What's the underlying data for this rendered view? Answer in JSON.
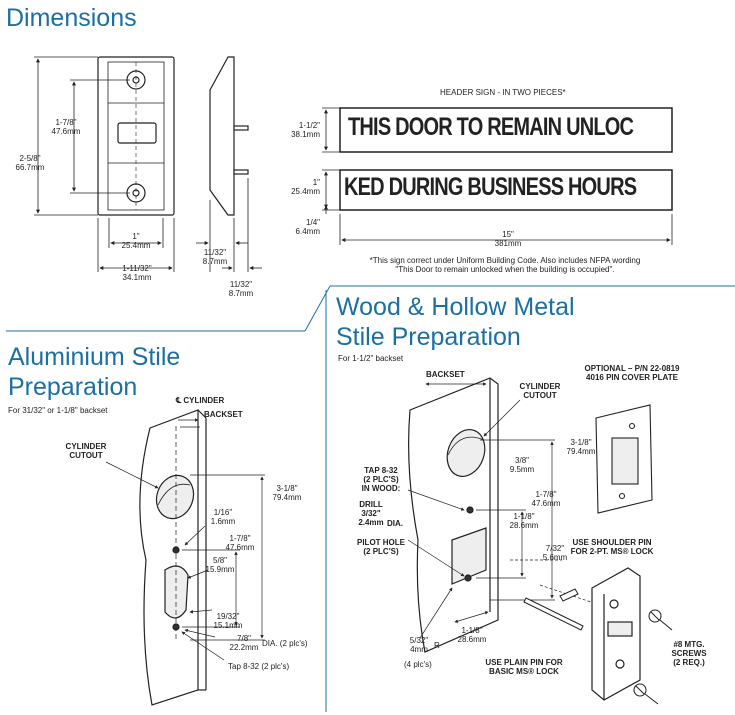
{
  "headings": {
    "dimensions": "Dimensions",
    "aluminium_line1": "Aluminium Stile",
    "aluminium_line2": "Preparation",
    "aluminium_sub": "For 31/32\" or 1-1/8\" backset",
    "wood_line1": "Wood & Hollow Metal",
    "wood_line2": "Stile Preparation",
    "wood_sub": "For 1-1/2\" backset"
  },
  "dimensions": {
    "d1_in": "1-7/8\"",
    "d1_mm": "47.6mm",
    "d2_in": "2-5/8\"",
    "d2_mm": "66.7mm",
    "d3_in": "1\"",
    "d3_mm": "25.4mm",
    "d4_in": "1-11/32\"",
    "d4_mm": "34.1mm",
    "d5_in": "11/32\"",
    "d5_mm": "8.7mm",
    "d6_in": "11/32\"",
    "d6_mm": "8.7mm"
  },
  "sign": {
    "header": "HEADER SIGN - IN TWO PIECES*",
    "line1": "THIS DOOR TO REMAIN UNLOC",
    "line2": "KED DURING BUSINESS HOURS",
    "h1_in": "1-1/2\"",
    "h1_mm": "38.1mm",
    "h2_in": "1\"",
    "h2_mm": "25.4mm",
    "gap_in": "1/4\"",
    "gap_mm": "6.4mm",
    "width_in": "15\"",
    "width_mm": "381mm",
    "note_line1": "*This sign correct under Uniform Building Code. Also includes NFPA wording",
    "note_line2": "\"This Door to remain unlocked when the building is occupied\"."
  },
  "aluminium": {
    "cl_cylinder": "℄ CYLINDER",
    "backset": "BACKSET",
    "cylinder_cutout1": "CYLINDER",
    "cylinder_cutout2": "CUTOUT",
    "a1_in": "3-1/8\"",
    "a1_mm": "79.4mm",
    "a2_in": "1/16\"",
    "a2_mm": "1.6mm",
    "a3_in": "1-7/8\"",
    "a3_mm": "47.6mm",
    "a4_in": "5/8\"",
    "a4_mm": "15.9mm",
    "a5_in": "19/32\"",
    "a5_mm": "15.1mm",
    "a6_in": "7/8\"",
    "a6_mm": "22.2mm",
    "dia": "DIA. (2 plc's)",
    "tap": "Tap 8-32 (2 plc's)"
  },
  "wood": {
    "backset": "BACKSET",
    "cylinder_cutout1": "CYLINDER",
    "cylinder_cutout2": "CUTOUT",
    "optional1": "OPTIONAL – P/N 22-0819",
    "optional2": "4016 PIN COVER PLATE",
    "w1_in": "3-1/8\"",
    "w1_mm": "79.4mm",
    "w2_in": "3/8\"",
    "w2_mm": "9.5mm",
    "w3_in": "1-7/8\"",
    "w3_mm": "47.6mm",
    "w4_in": "1-1/8\"",
    "w4_mm": "28.6mm",
    "w5_in": "7/32\"",
    "w5_mm": "5.6mm",
    "w6_in": "1-1/8\"",
    "w6_mm": "28.6mm",
    "tap1": "TAP 8-32",
    "tap2": "(2 PLC'S)",
    "tap3": "IN WOOD:",
    "drill1": "DRILL",
    "drill2": "3/32\"",
    "drill3": "2.4mm",
    "drill_dia": "DIA.",
    "pilot1": "PILOT HOLE",
    "pilot2": "(2 PLC'S)",
    "radius_in": "5/32\"",
    "radius_mm": "4mm",
    "radius_r": "R",
    "radius_plc": "(4 plc's)",
    "shoulder1": "USE SHOULDER PIN",
    "shoulder2": "FOR 2-PT. MS® LOCK",
    "plain1": "USE PLAIN PIN FOR",
    "plain2": "BASIC MS® LOCK",
    "screws1": "#8 MTG.",
    "screws2": "SCREWS",
    "screws3": "(2 REQ.)"
  }
}
